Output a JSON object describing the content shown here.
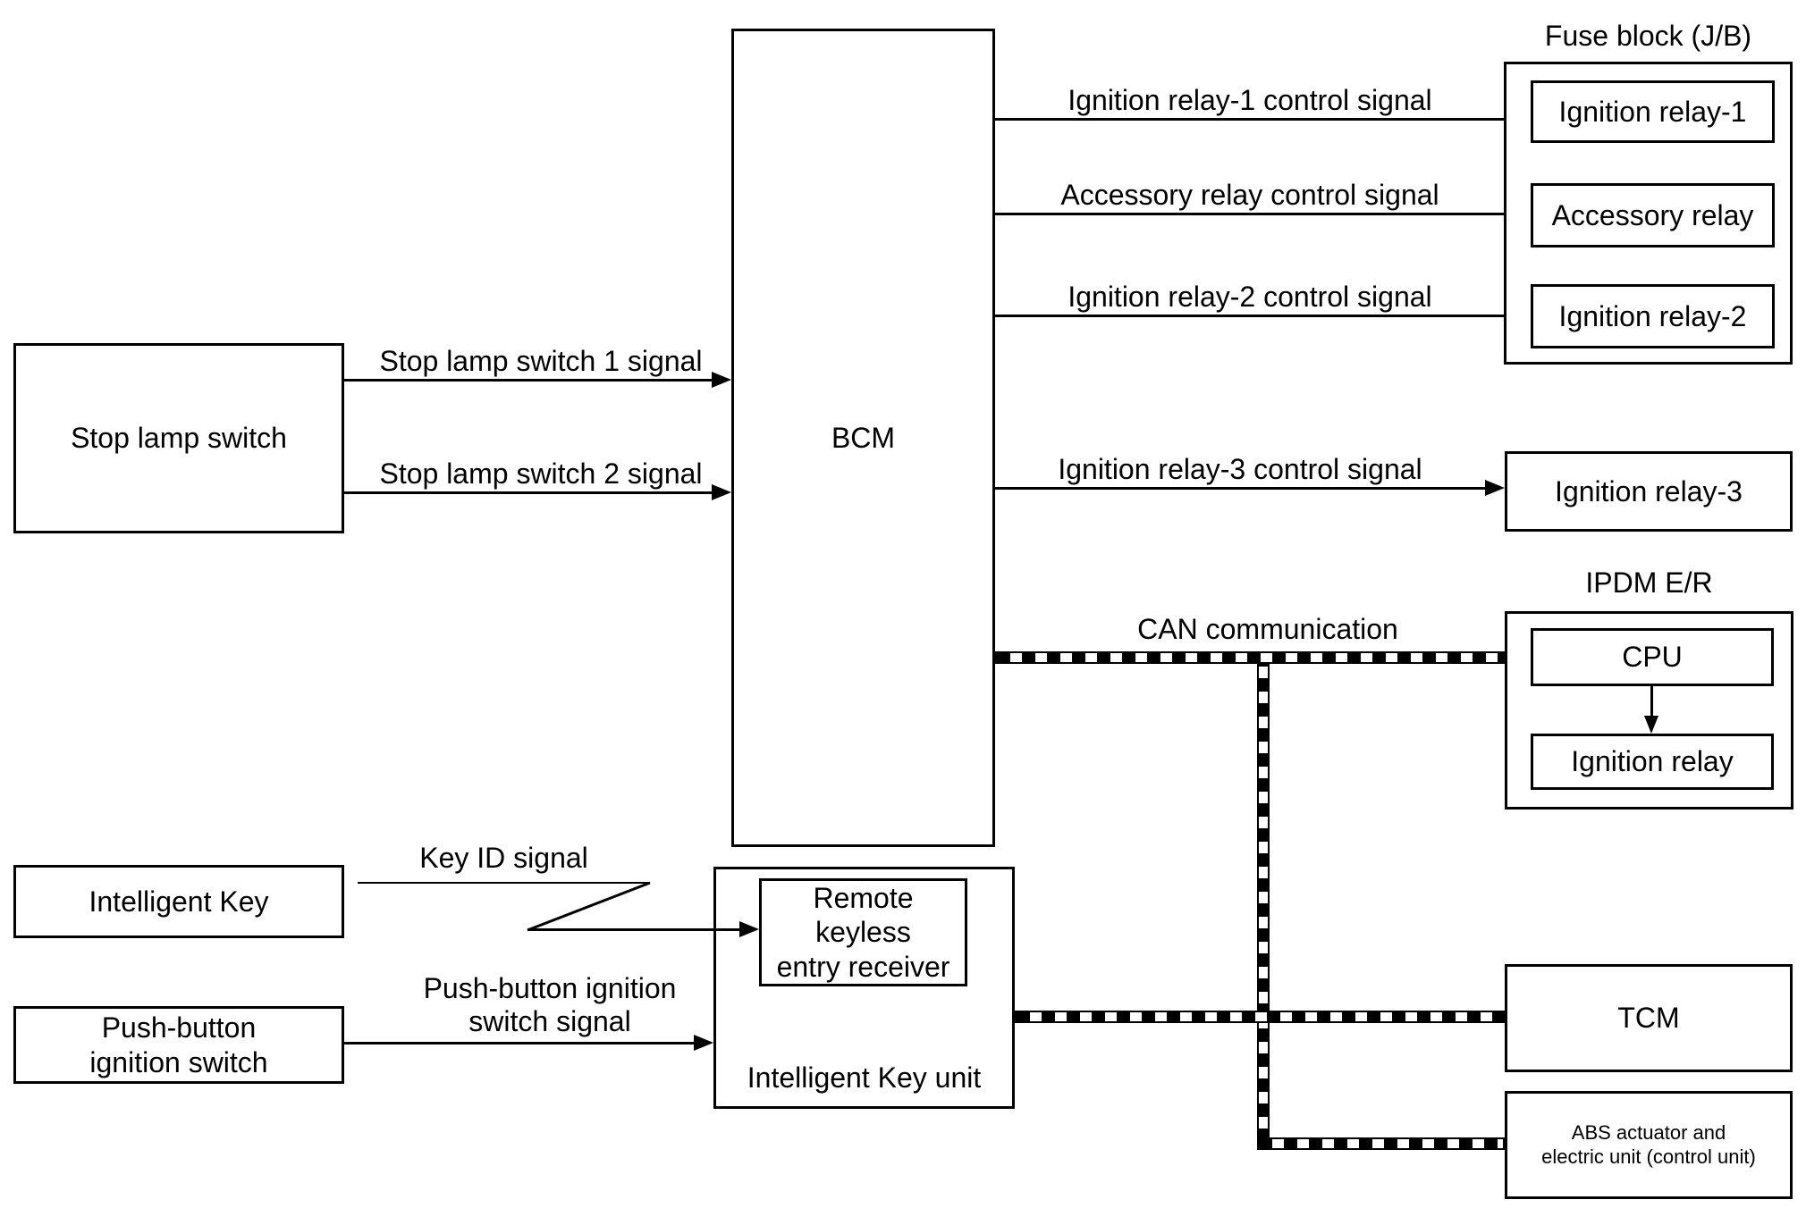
{
  "diagram": {
    "colors": {
      "background": "#ffffff",
      "line": "#000000",
      "text": "#000000"
    },
    "nodes": {
      "stop_lamp_switch": {
        "label": "Stop lamp switch"
      },
      "bcm": {
        "label": "BCM"
      },
      "intelligent_key": {
        "label": "Intelligent Key"
      },
      "push_button_ignition_switch": {
        "label": "Push-button\nignition switch"
      },
      "intelligent_key_unit": {
        "label": "Intelligent Key unit"
      },
      "remote_keyless_entry_receiver": {
        "label": "Remote keyless\nentry receiver"
      },
      "fuse_block": {
        "title": "Fuse block (J/B)"
      },
      "ignition_relay_1": {
        "label": "Ignition relay-1"
      },
      "accessory_relay": {
        "label": "Accessory relay"
      },
      "ignition_relay_2": {
        "label": "Ignition relay-2"
      },
      "ignition_relay_3": {
        "label": "Ignition relay-3"
      },
      "ipdm_er": {
        "title": "IPDM E/R"
      },
      "cpu": {
        "label": "CPU"
      },
      "ipdm_ignition_relay": {
        "label": "Ignition relay"
      },
      "tcm": {
        "label": "TCM"
      },
      "abs_unit": {
        "label": "ABS actuator and\nelectric unit (control unit)"
      }
    },
    "signals": {
      "stop_lamp_1": "Stop lamp switch 1 signal",
      "stop_lamp_2": "Stop lamp switch 2 signal",
      "ignition_relay_1": "Ignition relay-1 control signal",
      "accessory_relay": "Accessory relay control signal",
      "ignition_relay_2": "Ignition relay-2 control signal",
      "ignition_relay_3": "Ignition relay-3 control signal",
      "can": "CAN communication",
      "key_id": "Key ID signal",
      "push_button": "Push-button ignition\nswitch signal"
    }
  }
}
